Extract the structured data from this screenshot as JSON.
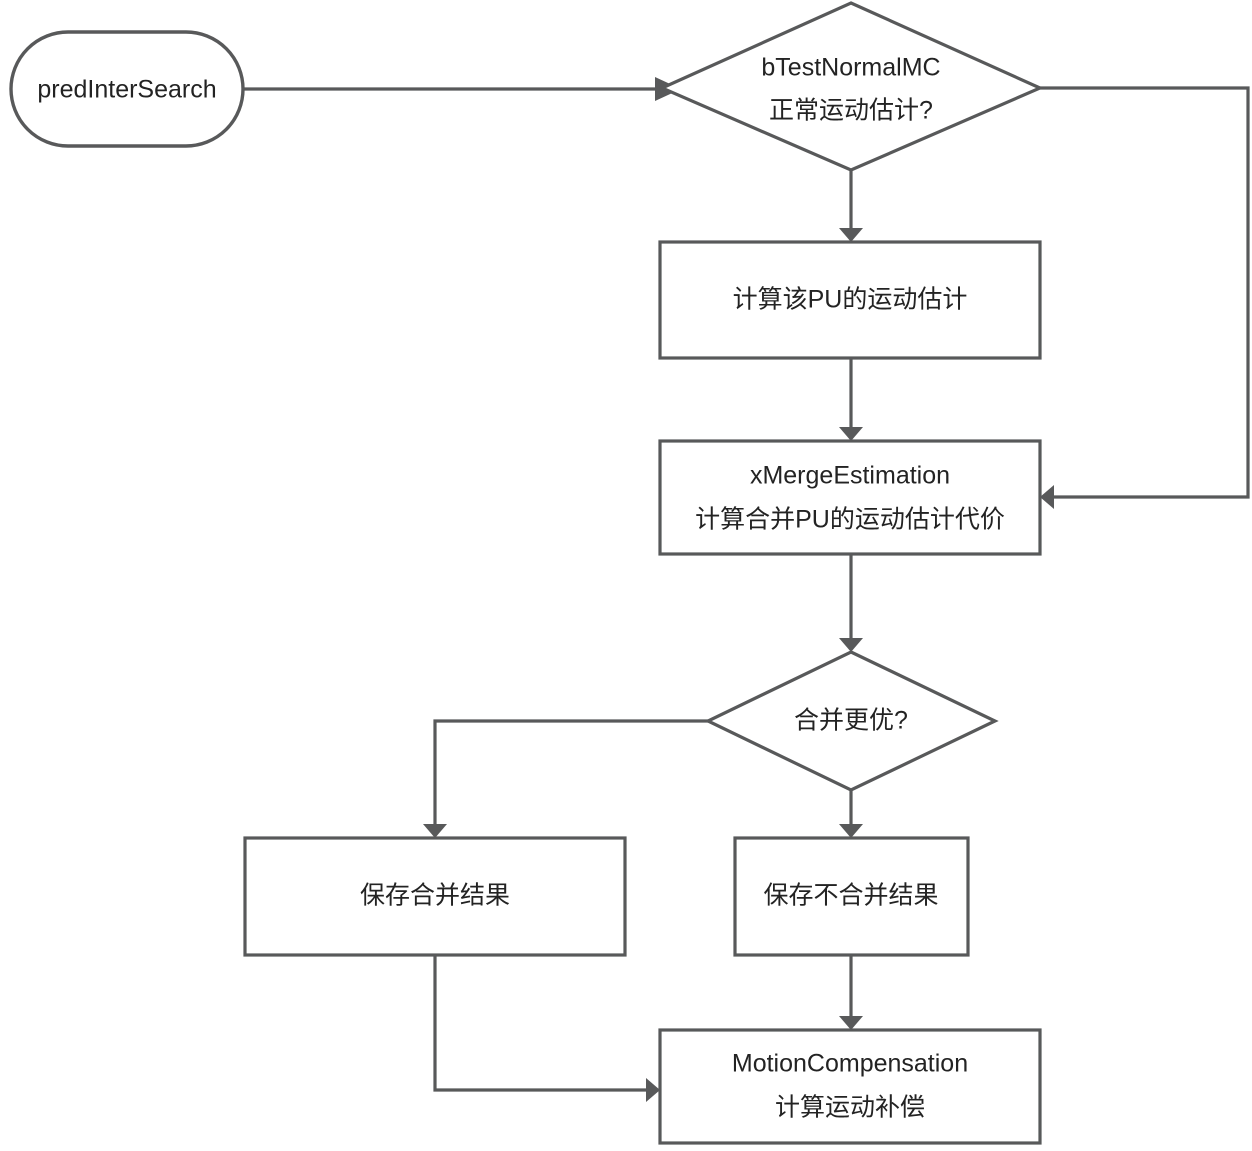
{
  "diagram": {
    "title": "predInterSearch flowchart",
    "colors": {
      "stroke": "#58595a",
      "text": "#232323",
      "background": "#ffffff",
      "node_fill": "#ffffff"
    },
    "nodes": [
      {
        "id": "start",
        "type": "stadium",
        "name": "start-node-predintersearch",
        "lines": [
          "predInterSearch"
        ]
      },
      {
        "id": "decision_normal_mc",
        "type": "diamond",
        "name": "decision-btestnormalmc",
        "lines": [
          "bTestNormalMC",
          "正常运动估计?"
        ]
      },
      {
        "id": "calc_pu_me",
        "type": "process",
        "name": "process-calc-pu-motion-estimation",
        "lines": [
          "计算该PU的运动估计"
        ]
      },
      {
        "id": "merge_estimation",
        "type": "process",
        "name": "process-xmergeestimation",
        "lines": [
          "xMergeEstimation",
          "计算合并PU的运动估计代价"
        ]
      },
      {
        "id": "decision_merge_better",
        "type": "diamond",
        "name": "decision-merge-better",
        "lines": [
          "合并更优?"
        ]
      },
      {
        "id": "save_merge",
        "type": "process",
        "name": "process-save-merge-result",
        "lines": [
          "保存合并结果"
        ]
      },
      {
        "id": "save_no_merge",
        "type": "process",
        "name": "process-save-non-merge-result",
        "lines": [
          "保存不合并结果"
        ]
      },
      {
        "id": "motion_compensation",
        "type": "process",
        "name": "process-motioncompensation",
        "lines": [
          "MotionCompensation",
          "计算运动补偿"
        ]
      }
    ],
    "edges": [
      {
        "id": "e1",
        "name": "edge-start-to-decision",
        "from": "start",
        "to": "decision_normal_mc",
        "label": ""
      },
      {
        "id": "e2",
        "name": "edge-decision-to-calc-pu",
        "from": "decision_normal_mc",
        "to": "calc_pu_me",
        "label": ""
      },
      {
        "id": "e3",
        "name": "edge-decision-bypass-to-merge",
        "from": "decision_normal_mc",
        "to": "merge_estimation",
        "label": ""
      },
      {
        "id": "e4",
        "name": "edge-calc-pu-to-merge",
        "from": "calc_pu_me",
        "to": "merge_estimation",
        "label": ""
      },
      {
        "id": "e5",
        "name": "edge-merge-to-decision-merge-better",
        "from": "merge_estimation",
        "to": "decision_merge_better",
        "label": ""
      },
      {
        "id": "e6",
        "name": "edge-merge-better-to-save-merge",
        "from": "decision_merge_better",
        "to": "save_merge",
        "label": ""
      },
      {
        "id": "e7",
        "name": "edge-merge-better-to-save-no-merge",
        "from": "decision_merge_better",
        "to": "save_no_merge",
        "label": ""
      },
      {
        "id": "e8",
        "name": "edge-save-merge-to-motion-compensation",
        "from": "save_merge",
        "to": "motion_compensation",
        "label": ""
      },
      {
        "id": "e9",
        "name": "edge-save-no-merge-to-motion-compensation",
        "from": "save_no_merge",
        "to": "motion_compensation",
        "label": ""
      }
    ]
  }
}
